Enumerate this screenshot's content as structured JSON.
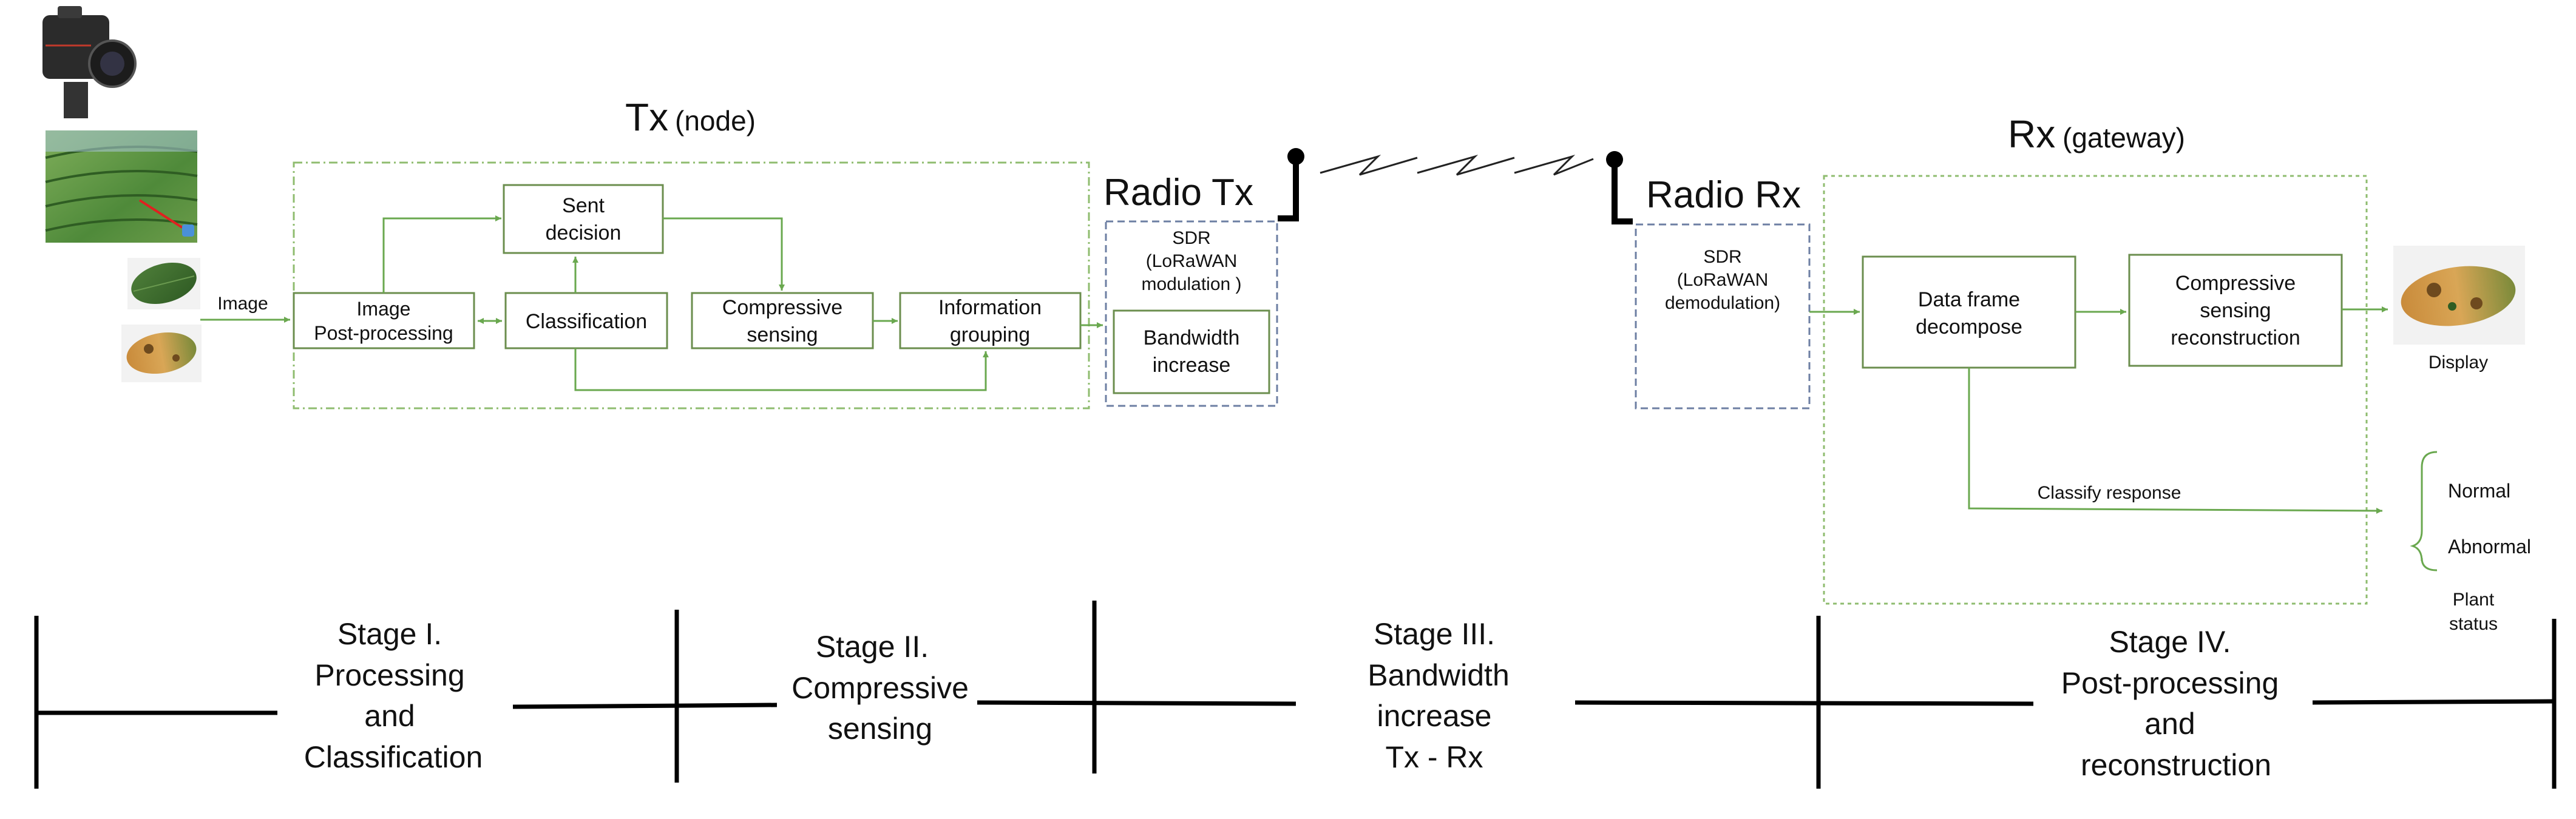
{
  "tx_title": "Tx",
  "tx_subtitle": "(node)",
  "rx_title": "Rx",
  "rx_subtitle": "(gateway)",
  "radio_tx": "Radio Tx",
  "radio_rx": "Radio Rx",
  "image_label": "Image",
  "tx_blocks": {
    "image_post_line1": "Image",
    "image_post_line2": "Post-processing",
    "sent_line1": "Sent",
    "sent_line2": "decision",
    "classification": "Classification",
    "compressive_line1": "Compressive",
    "compressive_line2": "sensing",
    "info_line1": "Information",
    "info_line2": "grouping"
  },
  "sdr_tx": {
    "line1": "SDR",
    "line2": "(LoRaWAN",
    "line3": "modulation )",
    "bw_line1": "Bandwidth",
    "bw_line2": "increase"
  },
  "sdr_rx": {
    "line1": "SDR",
    "line2": "(LoRaWAN",
    "line3": "demodulation)"
  },
  "rx_blocks": {
    "decompose_line1": "Data frame",
    "decompose_line2": "decompose",
    "recon_line1": "Compressive",
    "recon_line2": "sensing",
    "recon_line3": "reconstruction",
    "classify_response": "Classify response"
  },
  "display_label": "Display",
  "plant_status": {
    "normal": "Normal",
    "abnormal": "Abnormal",
    "title_line1": "Plant",
    "title_line2": "status"
  },
  "stages": {
    "s1_line1": "Stage I.",
    "s1_line2": "Processing",
    "s1_line3": "and",
    "s1_line4": "Classification",
    "s2_line1": "Stage II.",
    "s2_line2": "Compressive",
    "s2_line3": "sensing",
    "s3_line1": "Stage III.",
    "s3_line2": "Bandwidth",
    "s3_line3": "increase",
    "s3_line4": "Tx - Rx",
    "s4_line1": "Stage IV.",
    "s4_line2": "Post-processing",
    "s4_line3": "and",
    "s4_line4": "reconstruction"
  },
  "colors": {
    "arrow_green": "#6aa84f",
    "box_outline": "#6b8e4e",
    "dash_green": "#8fbc6f",
    "dash_blue": "#6d7fa3"
  }
}
